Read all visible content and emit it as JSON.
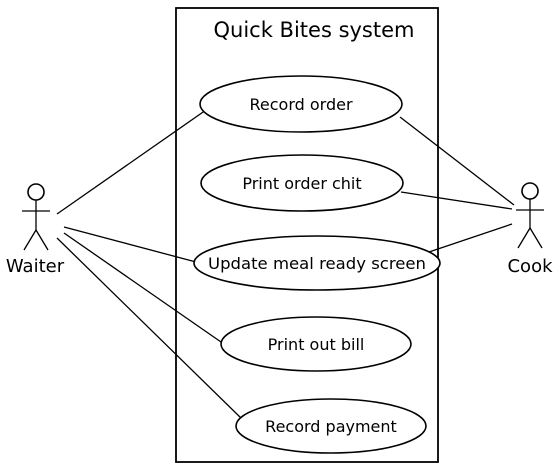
{
  "system": {
    "title": "Quick Bites system"
  },
  "actors": {
    "waiter": {
      "label": "Waiter"
    },
    "cook": {
      "label": "Cook"
    }
  },
  "use_cases": {
    "record_order": "Record order",
    "print_order_chit": "Print order chit",
    "update_meal_ready_screen": "Update meal ready screen",
    "print_out_bill": "Print out bill",
    "record_payment": "Record payment"
  }
}
